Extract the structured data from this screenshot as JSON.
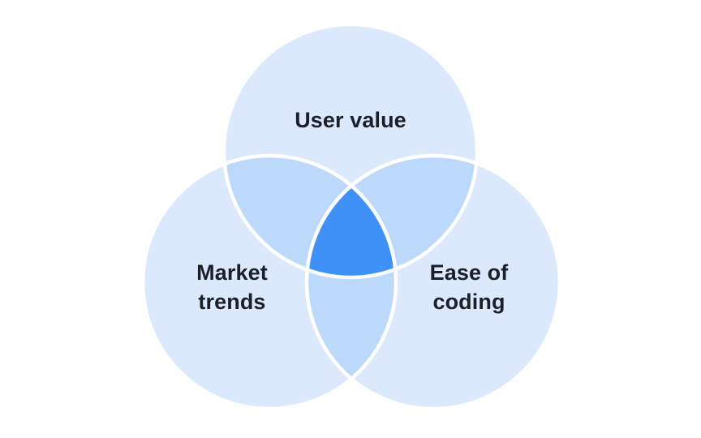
{
  "diagram": {
    "type": "venn",
    "background": "#ffffff",
    "colors": {
      "circle_fill": "#dce9fc",
      "pair_overlap_fill": "#bcd9fc",
      "center_overlap_fill": "#3f90f7",
      "outline": "#ffffff",
      "label": "#1b1f2a"
    },
    "circles": [
      {
        "id": "user-value",
        "label": "User value"
      },
      {
        "id": "market-trends",
        "label": "Market\ntrends"
      },
      {
        "id": "ease-of-coding",
        "label": "Ease of\ncoding"
      }
    ]
  }
}
